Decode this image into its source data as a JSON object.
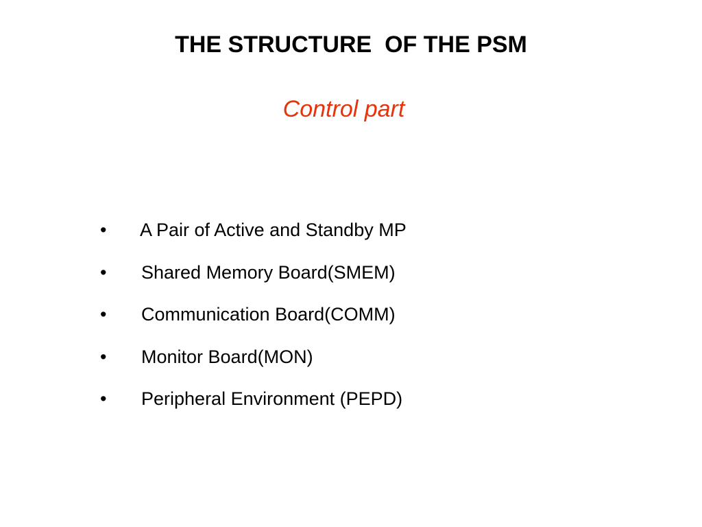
{
  "slide": {
    "title": "THE STRUCTURE  OF THE PSM",
    "subtitle": "Control part",
    "subtitle_color": "#e8320a",
    "bullet_symbol": "•",
    "items": [
      "A Pair of Active and Standby MP",
      "Shared Memory Board(SMEM)",
      "Communication Board(COMM)",
      "Monitor Board(MON)",
      "Peripheral Environment (PEPD)"
    ]
  }
}
